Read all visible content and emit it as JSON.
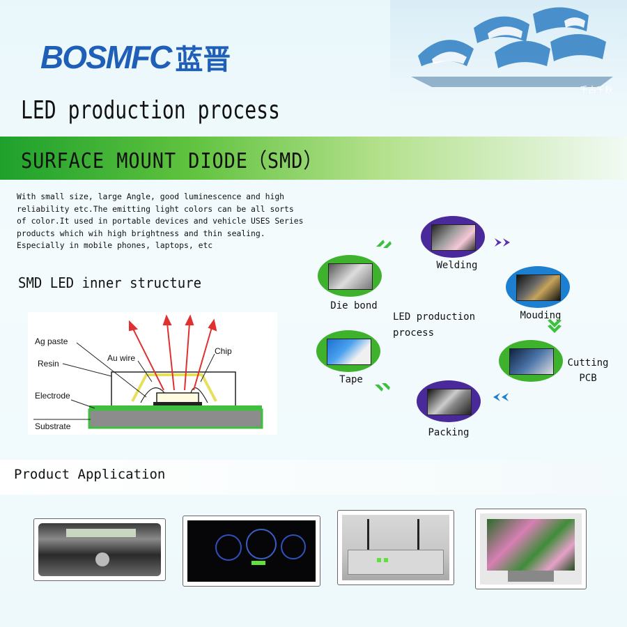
{
  "brand": {
    "latin": "BOSMFC",
    "chinese": "蓝晋",
    "ship_caption": "千古千秋"
  },
  "titles": {
    "main": "LED production process",
    "banner": "SURFACE MOUNT DIODE（SMD）",
    "structure": "SMD LED inner structure",
    "application": "Product Application"
  },
  "description": "With small size, large  Angle, good luminescence and high\nreliability etc.The emitting light colors can be all sorts\nof color.It used in portable devices and vehicle USES Series\nproducts which wih high brightness and thin sealing.\nEspecially in mobile phones, laptops, etc",
  "diagram_labels": {
    "ag_paste": "Ag paste",
    "resin": "Resin",
    "au_wire": "Au wire",
    "chip": "Chip",
    "electrode": "Electrode",
    "substrate": "Substrate"
  },
  "process": {
    "center_label": "LED production\nprocess",
    "steps": [
      {
        "label": "Die bond",
        "ring_color": "#3fb22d"
      },
      {
        "label": "Welding",
        "ring_color": "#4a2a9a"
      },
      {
        "label": "Mouding",
        "ring_color": "#1d7fd0"
      },
      {
        "label": "Cutting\nPCB",
        "ring_color": "#3fb22d"
      },
      {
        "label": "Packing",
        "ring_color": "#4a2a9a"
      },
      {
        "label": "Tape",
        "ring_color": "#3fb22d"
      }
    ]
  },
  "applications": [
    {
      "icon": "car-stereo-photo"
    },
    {
      "icon": "dashboard-photo"
    },
    {
      "icon": "router-photo"
    },
    {
      "icon": "outdoor-led-screen-photo"
    }
  ],
  "colors": {
    "brand_blue": "#1f5fb8",
    "banner_green": "#1ea12c",
    "ray_red": "#e03030",
    "pcb_green": "#3fbf3f"
  }
}
